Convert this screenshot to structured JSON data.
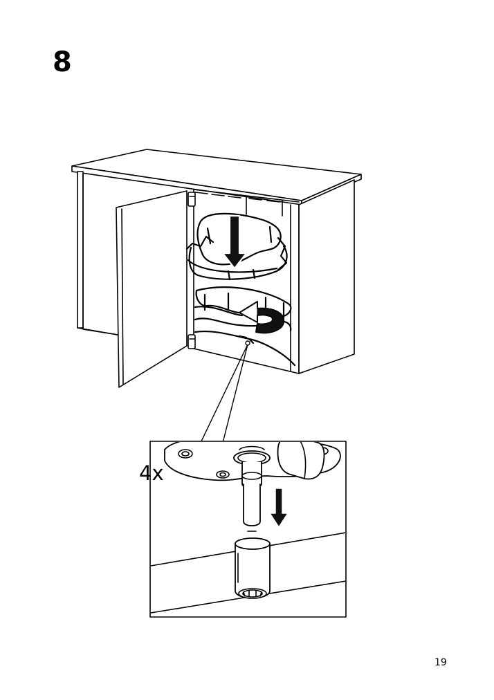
{
  "step": {
    "number": "8"
  },
  "detail": {
    "quantity_label": "4x"
  },
  "footer": {
    "page_number": "19"
  },
  "icons": {
    "down_arrow": "down-arrow-icon",
    "rotate_arrow": "rotate-arrow-icon"
  },
  "colors": {
    "line": "#000000",
    "background": "#ffffff",
    "arrow_fill": "#111111"
  }
}
